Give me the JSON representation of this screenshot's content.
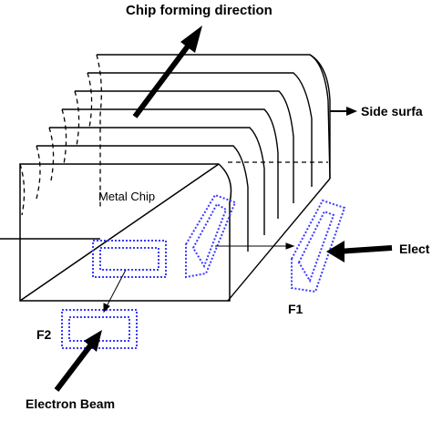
{
  "labels": {
    "chip_forming_direction": "Chip forming direction",
    "side_surface": "Side surfa",
    "metal_chip": "Metal Chip",
    "electron_right": "Elect",
    "electron_beam": "Electron Beam",
    "f1": "F1",
    "f2": "F2"
  },
  "colors": {
    "line": "#000000",
    "dotted_outline": "#3a3aff"
  }
}
